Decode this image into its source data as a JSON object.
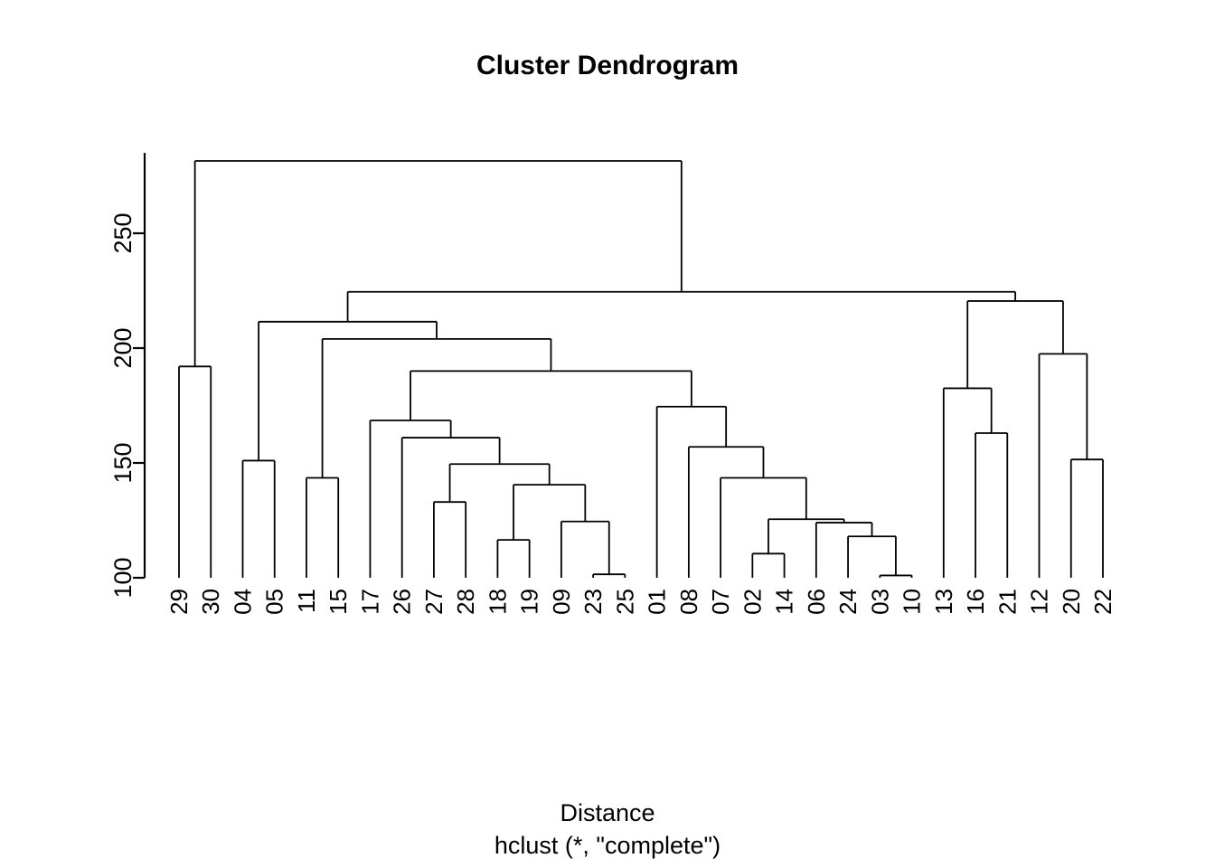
{
  "plot": {
    "title": "Cluster Dendrogram",
    "xlabel_line1": "Distance",
    "xlabel_line2": "hclust (*, \"complete\")"
  },
  "chart_data": {
    "type": "dendrogram",
    "title": "Cluster Dendrogram",
    "xlabel": "Distance",
    "sublabel": "hclust (*, \"complete\")",
    "ylabel": "",
    "method": "complete",
    "grid": false,
    "legend": "none",
    "yaxis": {
      "ticks": [
        "100",
        "150",
        "200",
        "250"
      ],
      "tick_values": [
        100,
        150,
        200,
        250
      ],
      "range": [
        95,
        285
      ]
    },
    "leaf_order": [
      "29",
      "30",
      "04",
      "05",
      "11",
      "15",
      "17",
      "26",
      "27",
      "28",
      "18",
      "19",
      "09",
      "23",
      "25",
      "01",
      "08",
      "07",
      "02",
      "14",
      "06",
      "24",
      "03",
      "10",
      "13",
      "16",
      "21",
      "12",
      "20",
      "22"
    ],
    "leaf_count": 30,
    "merges": [
      {
        "id": "m1",
        "left": "23",
        "right": "25",
        "height": 101.5
      },
      {
        "id": "m2",
        "left": "03",
        "right": "10",
        "height": 101.0
      },
      {
        "id": "m3",
        "left": "02",
        "right": "14",
        "height": 110.5
      },
      {
        "id": "m4",
        "left": "18",
        "right": "19",
        "height": 116.5
      },
      {
        "id": "m5",
        "left": "24",
        "right": "m2",
        "height": 118.0
      },
      {
        "id": "m6",
        "left": "09",
        "right": "m1",
        "height": 124.5
      },
      {
        "id": "m7",
        "left": "06",
        "right": "m5",
        "height": 124.0
      },
      {
        "id": "m8",
        "left": "m3",
        "right": "m7",
        "height": 125.5
      },
      {
        "id": "m9",
        "left": "27",
        "right": "28",
        "height": 133.0
      },
      {
        "id": "m10",
        "left": "m4",
        "right": "m6",
        "height": 140.5
      },
      {
        "id": "m11",
        "left": "11",
        "right": "15",
        "height": 143.5
      },
      {
        "id": "m12",
        "left": "07",
        "right": "m8",
        "height": 143.5
      },
      {
        "id": "m13",
        "left": "m9",
        "right": "m10",
        "height": 149.5
      },
      {
        "id": "m14",
        "left": "04",
        "right": "05",
        "height": 151.0
      },
      {
        "id": "m15",
        "left": "20",
        "right": "22",
        "height": 151.5
      },
      {
        "id": "m16",
        "left": "08",
        "right": "m12",
        "height": 157.0
      },
      {
        "id": "m17",
        "left": "26",
        "right": "m13",
        "height": 161.0
      },
      {
        "id": "m18",
        "left": "16",
        "right": "21",
        "height": 163.0
      },
      {
        "id": "m19",
        "left": "17",
        "right": "m17",
        "height": 168.5
      },
      {
        "id": "m20",
        "left": "01",
        "right": "m16",
        "height": 174.5
      },
      {
        "id": "m21",
        "left": "13",
        "right": "m18",
        "height": 182.5
      },
      {
        "id": "m22",
        "left": "m19",
        "right": "m20",
        "height": 190.0
      },
      {
        "id": "m23",
        "left": "29",
        "right": "30",
        "height": 192.0
      },
      {
        "id": "m24",
        "left": "12",
        "right": "m15",
        "height": 197.5
      },
      {
        "id": "m25",
        "left": "m11",
        "right": "m22",
        "height": 204.0
      },
      {
        "id": "m26",
        "left": "m14",
        "right": "m25",
        "height": 211.5
      },
      {
        "id": "m27",
        "left": "m21",
        "right": "m24",
        "height": 220.5
      },
      {
        "id": "m28",
        "left": "m26",
        "right": "m27",
        "height": 224.5
      },
      {
        "id": "m29",
        "left": "m23",
        "right": "m28",
        "height": 281.5
      }
    ]
  }
}
